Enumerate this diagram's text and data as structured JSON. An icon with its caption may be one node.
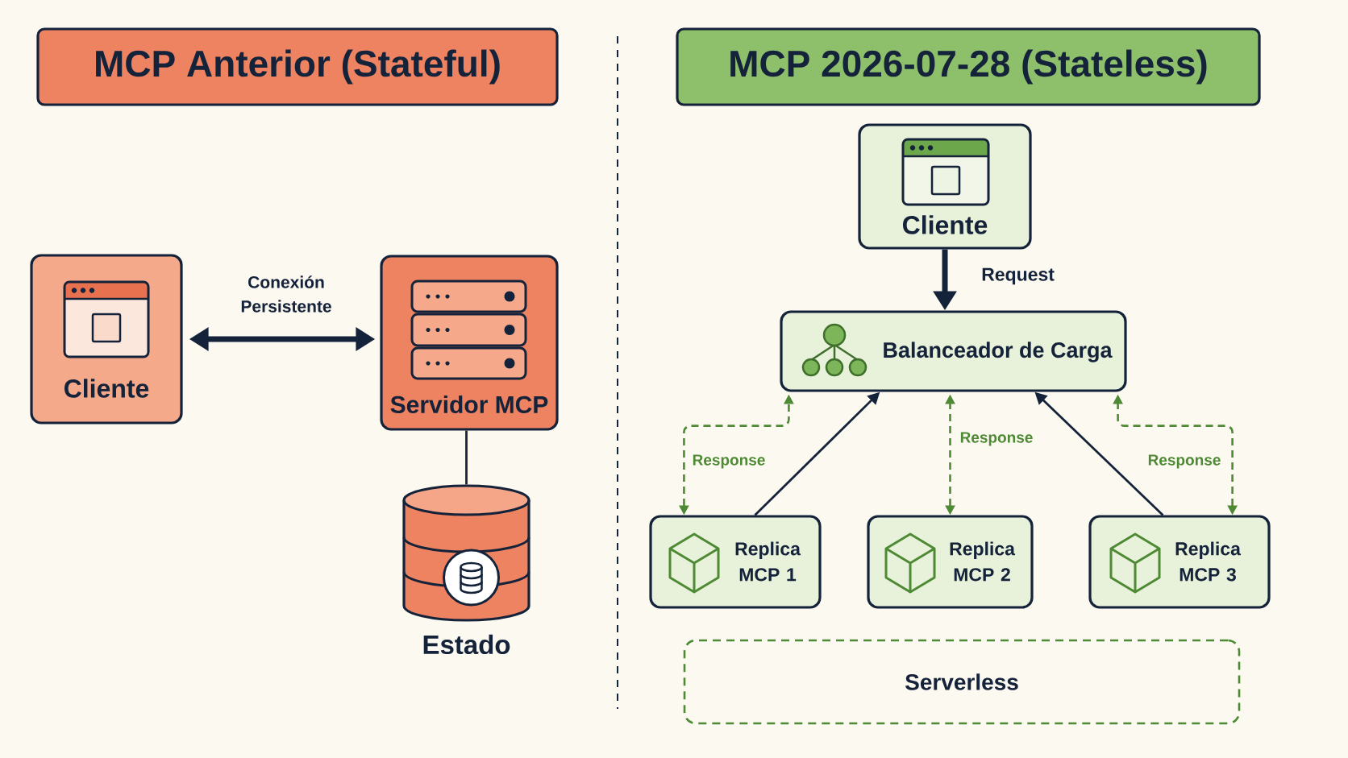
{
  "diagram": {
    "nodes": [
      {
        "text": [
          "MCP Anterior (Stateful)"
        ]
      },
      {
        "text": [
          "MCP 2026-07-28 (Stateless)"
        ]
      },
      {
        "text": [
          "Cliente"
        ]
      },
      {
        "text": [
          "Servidor MCP"
        ]
      },
      {
        "text": [
          "Estado"
        ]
      },
      {
        "text": [
          "Cliente"
        ]
      },
      {
        "text": [
          "Balanceador de Carga"
        ]
      },
      {
        "text": [
          "Replica MCP 1"
        ]
      },
      {
        "text": [
          "Replica MCP 2"
        ]
      },
      {
        "text": [
          "Replica MCP 3"
        ]
      },
      {
        "text": [
          "Serverless"
        ]
      }
    ],
    "edges": [
      {
        "from": 2,
        "to": 3,
        "arrow": "both",
        "label": "Conexión Persistente",
        "style": "thick"
      },
      {
        "from": 3,
        "to": 4,
        "arrow": "none"
      },
      {
        "from": 5,
        "to": 6,
        "arrow": "to",
        "label": "Request",
        "style": "thick"
      },
      {
        "from": 7,
        "to": 6,
        "arrow": "to"
      },
      {
        "from": 7,
        "to": 6,
        "arrow": "both",
        "label": "Response",
        "style": "dashed",
        "color": "#4e8a34"
      },
      {
        "from": 8,
        "to": 6,
        "arrow": "both",
        "label": "Response",
        "style": "dashed",
        "color": "#4e8a34"
      },
      {
        "from": 9,
        "to": 6,
        "arrow": "to"
      },
      {
        "from": 9,
        "to": 6,
        "arrow": "both",
        "label": "Response",
        "style": "dashed",
        "color": "#4e8a34"
      }
    ]
  }
}
